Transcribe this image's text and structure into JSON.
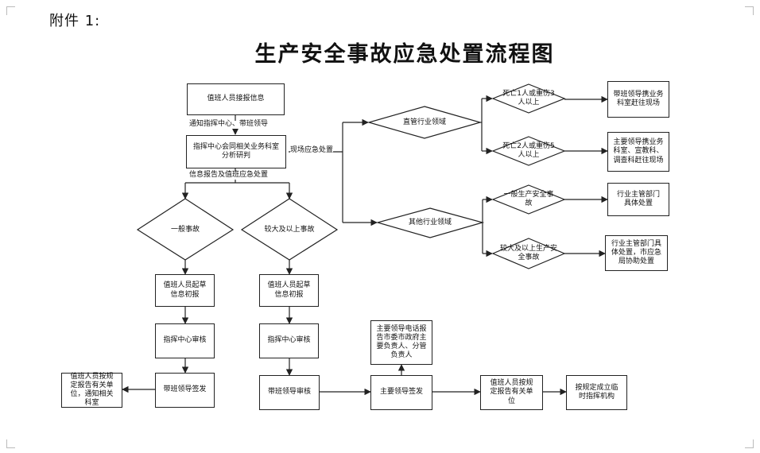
{
  "header": {
    "attachment_label": "附件 1:",
    "title": "生产安全事故应急处置流程图"
  },
  "nodes": {
    "receive_info": "值班人员接报信息",
    "analyze": "指挥中心会同相关业务科室分析研判",
    "general_accident": "一般事故",
    "major_accident": "较大及以上事故",
    "draft_left": "值班人员起草信息初报",
    "draft_right": "值班人员起草信息初报",
    "review_left": "指挥中心审核",
    "review_right": "指挥中心审核",
    "sign_left": "带班领导签发",
    "report_left": "值班人员按规定报告有关单位，通知相关科室",
    "leader_review": "带班领导审核",
    "chief_sign": "主要领导签发",
    "phone_report": "主要领导电话报告市委市政府主要负责人、分管负责人",
    "report_units": "值班人员按规定报告有关单位",
    "temp_command": "按规定成立临时指挥机构",
    "direct_domain": "直管行业领域",
    "other_domain": "其他行业领域",
    "death1": "死亡1人或重伤3人以上",
    "death2": "死亡2人或重伤5人以上",
    "general_safety": "一般生产安全事故",
    "major_safety": "较大及以上生产安全事故",
    "onsite1": "带班领导携业务科室赶往现场",
    "onsite2": "主要领导携业务科室、宣教科、调查科赶往现场",
    "industry_handle": "行业主管部门具体处置",
    "industry_assist": "行业主管部门具体处置，市应急局协助处置"
  },
  "labels": {
    "notify": "通知指挥中心、带班领导",
    "onsite_response": "现场应急处置",
    "info_report": "信息报告及值班应急处置"
  }
}
